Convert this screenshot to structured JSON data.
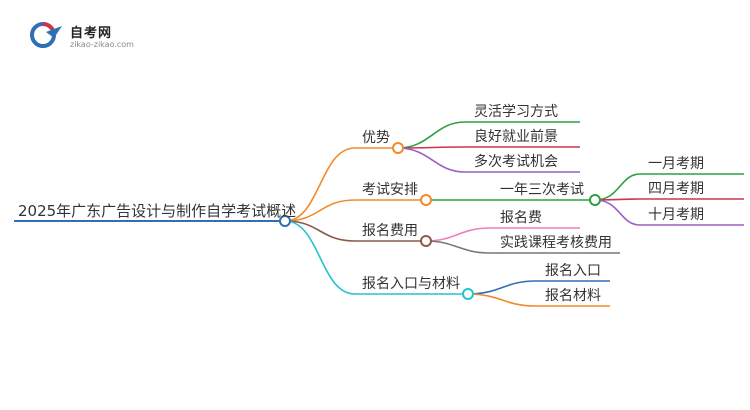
{
  "logo": {
    "title": "自考网",
    "subtitle": "zikao-zikao.com"
  },
  "mindmap": {
    "root": "2025年广东广告设计与制作自学考试概述",
    "branches": [
      {
        "label": "优势",
        "color": "#f28a2a",
        "children": [
          {
            "label": "灵活学习方式",
            "color": "#2ea043"
          },
          {
            "label": "良好就业前景",
            "color": "#d0344b"
          },
          {
            "label": "多次考试机会",
            "color": "#9b5fc7"
          }
        ]
      },
      {
        "label": "考试安排",
        "color": "#f28a2a",
        "children": [
          {
            "label": "一年三次考试",
            "color": "#2ea043",
            "children": [
              {
                "label": "一月考期",
                "color": "#2ea043"
              },
              {
                "label": "四月考期",
                "color": "#d0344b"
              },
              {
                "label": "十月考期",
                "color": "#9b5fc7"
              }
            ]
          }
        ]
      },
      {
        "label": "报名费用",
        "color": "#8a5a4a",
        "children": [
          {
            "label": "报名费",
            "color": "#ee7fc0"
          },
          {
            "label": "实践课程考核费用",
            "color": "#777777"
          }
        ]
      },
      {
        "label": "报名入口与材料",
        "color": "#27c2cf",
        "children": [
          {
            "label": "报名入口",
            "color": "#2f6fb3"
          },
          {
            "label": "报名材料",
            "color": "#f28a2a"
          }
        ]
      }
    ]
  },
  "colors": {
    "root_line": "#2f6fb3",
    "branch_orange": "#f28a2a"
  }
}
